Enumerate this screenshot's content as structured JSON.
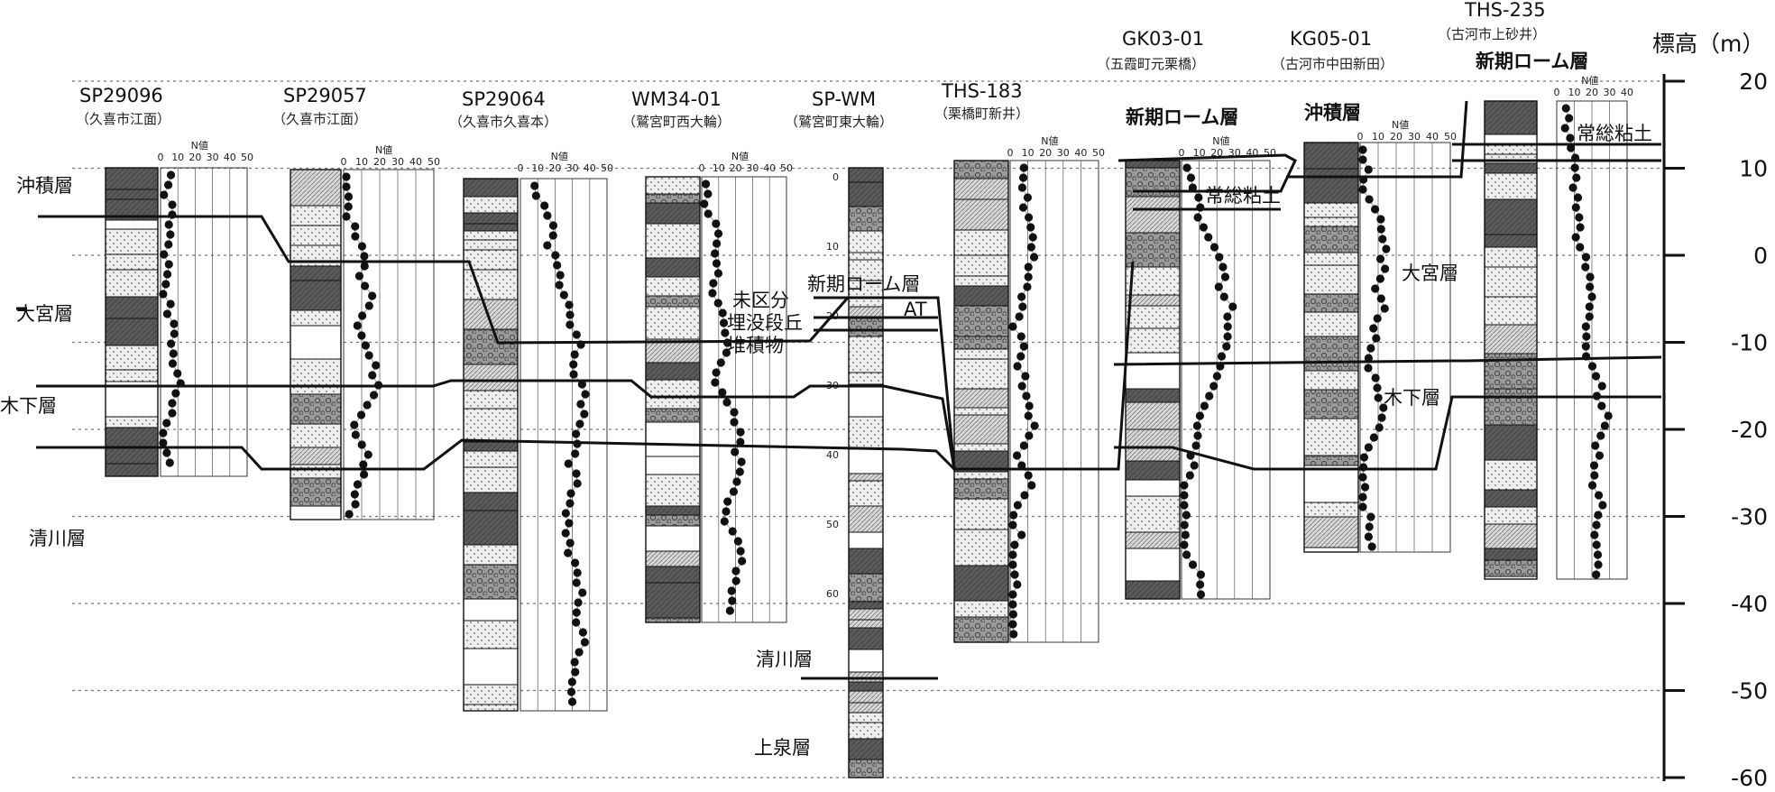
{
  "axis": {
    "title": "標高（m）",
    "ticks": [
      20,
      10,
      0,
      -10,
      -20,
      -30,
      -40,
      -50,
      -60
    ]
  },
  "nvalue_label": "N値",
  "boreholes": [
    {
      "id": "SP29096",
      "loc": "（久喜市江面）",
      "scale": [
        "0",
        "10",
        "20",
        "30",
        "40",
        "50"
      ]
    },
    {
      "id": "SP29057",
      "loc": "（久喜市江面）",
      "scale": [
        "0",
        "10",
        "20",
        "30",
        "40",
        "50"
      ]
    },
    {
      "id": "SP29064",
      "loc": "（久喜市久喜本）",
      "scale": [
        "0",
        "10",
        "20",
        "30",
        "40",
        "50"
      ]
    },
    {
      "id": "WM34-01",
      "loc": "（鷲宮町西大輪）",
      "scale": [
        "0",
        "10",
        "20",
        "30",
        "40",
        "50"
      ]
    },
    {
      "id": "SP-WM",
      "loc": "（鷲宮町東大輪）",
      "scale": []
    },
    {
      "id": "THS-183",
      "loc": "（栗橋町新井）",
      "scale": [
        "0",
        "10",
        "20",
        "30",
        "40",
        "50"
      ]
    },
    {
      "id": "GK03-01",
      "loc": "（五霞町元栗橋）",
      "scale": [
        "0",
        "10",
        "20",
        "30",
        "40",
        "50"
      ]
    },
    {
      "id": "KG05-01",
      "loc": "（古河市中田新田）",
      "scale": [
        "0",
        "10",
        "20",
        "30",
        "40",
        "50"
      ]
    },
    {
      "id": "THS-235",
      "loc": "（古河市上砂井）",
      "scale": [
        "0",
        "10",
        "20",
        "30",
        "40"
      ]
    }
  ],
  "formations": {
    "chuseki": "沖積層",
    "omiya": "大宮層",
    "kioroshi": "木下層",
    "kiyokawa": "清川層",
    "kamiizumi": "上泉層",
    "shinki_loam": "新期ローム層",
    "joso_clay": "常総粘土",
    "mikubun": "未区分",
    "maibotsu": "埋没段丘",
    "taisekibutsu": "堆積物",
    "at": "AT"
  },
  "spwm_depth_ticks": [
    "0",
    "10",
    "20",
    "30",
    "40",
    "50",
    "60"
  ]
}
